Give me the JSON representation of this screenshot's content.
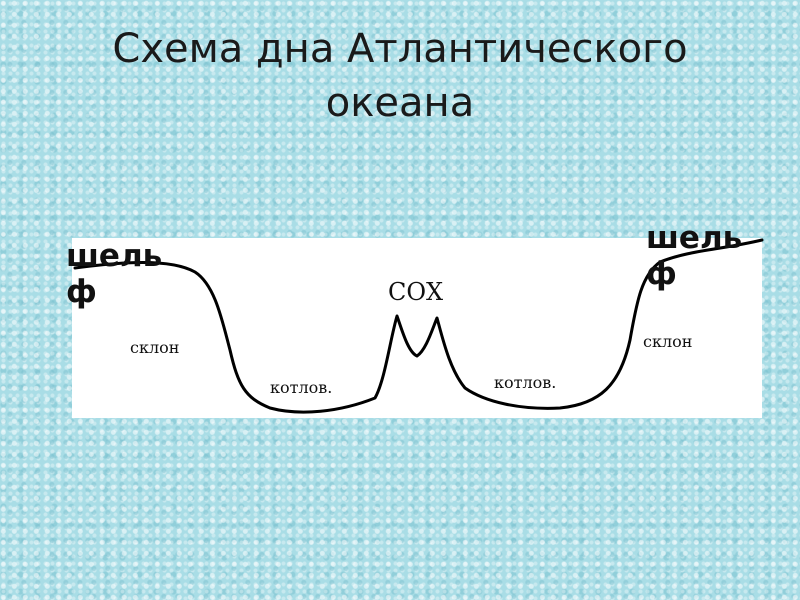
{
  "title": {
    "line1": "Схема дна Атлантического",
    "line2": "океана"
  },
  "labels": {
    "shelf_left": "шельф",
    "shelf_right": "шельф",
    "slope_left": "склон",
    "slope_right": "склон",
    "basin_left": "котлов.",
    "basin_right": "котлов.",
    "ridge": "СОХ"
  },
  "colors": {
    "background": "#a9dde6",
    "panel": "#ffffff",
    "line": "#000000"
  }
}
